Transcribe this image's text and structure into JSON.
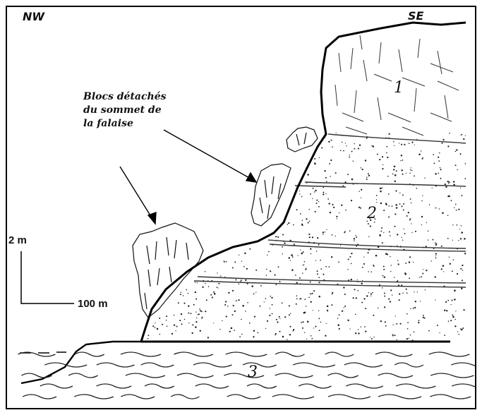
{
  "orientation": {
    "left": "NW",
    "right": "SE"
  },
  "annotation": {
    "line1": "Blocs détachés",
    "line2": "du sommet de",
    "line3": "la falaise"
  },
  "scale": {
    "vertical": "2 m",
    "horizontal": "100 m"
  },
  "layers": {
    "top": "1",
    "middle": "2",
    "base": "3"
  }
}
